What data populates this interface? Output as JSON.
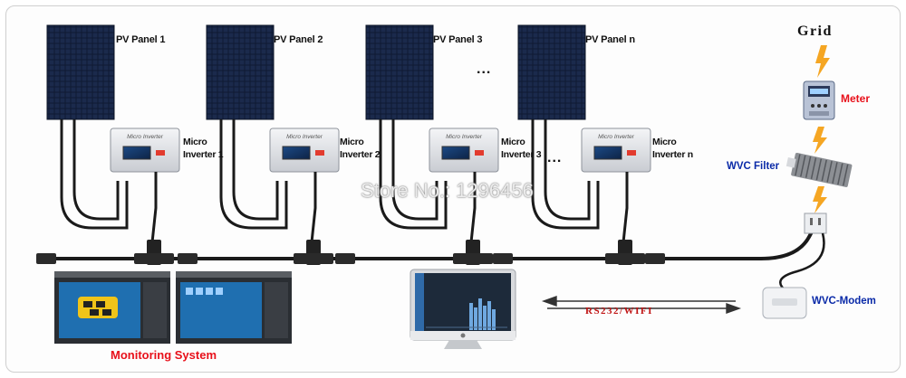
{
  "panels": [
    {
      "label": "PV Panel 1",
      "inverter_line1": "Micro",
      "inverter_line2": "Inverter 1"
    },
    {
      "label": "PV Panel 2",
      "inverter_line1": "Micro",
      "inverter_line2": "Inverter 2"
    },
    {
      "label": "PV Panel 3",
      "inverter_line1": "Micro",
      "inverter_line2": "Inverter 3"
    },
    {
      "label": "PV Panel n",
      "inverter_line1": "Micro",
      "inverter_line2": "Inverter n"
    }
  ],
  "ellipsis": "...",
  "inverter_face_text": "Micro Inverter",
  "grid_label": "Grid",
  "meter_label": "Meter",
  "filter_label": "WVC Filter",
  "modem_label": "WVC-Modem",
  "link_label": "RS232/WIFI",
  "monitoring_label": "Monitoring System",
  "watermark": "Store No.: 1296456",
  "colors": {
    "accent_red": "#e8101a",
    "accent_blue": "#0a2aa8",
    "lightning": "#f5a623",
    "panel": "#13203d"
  }
}
